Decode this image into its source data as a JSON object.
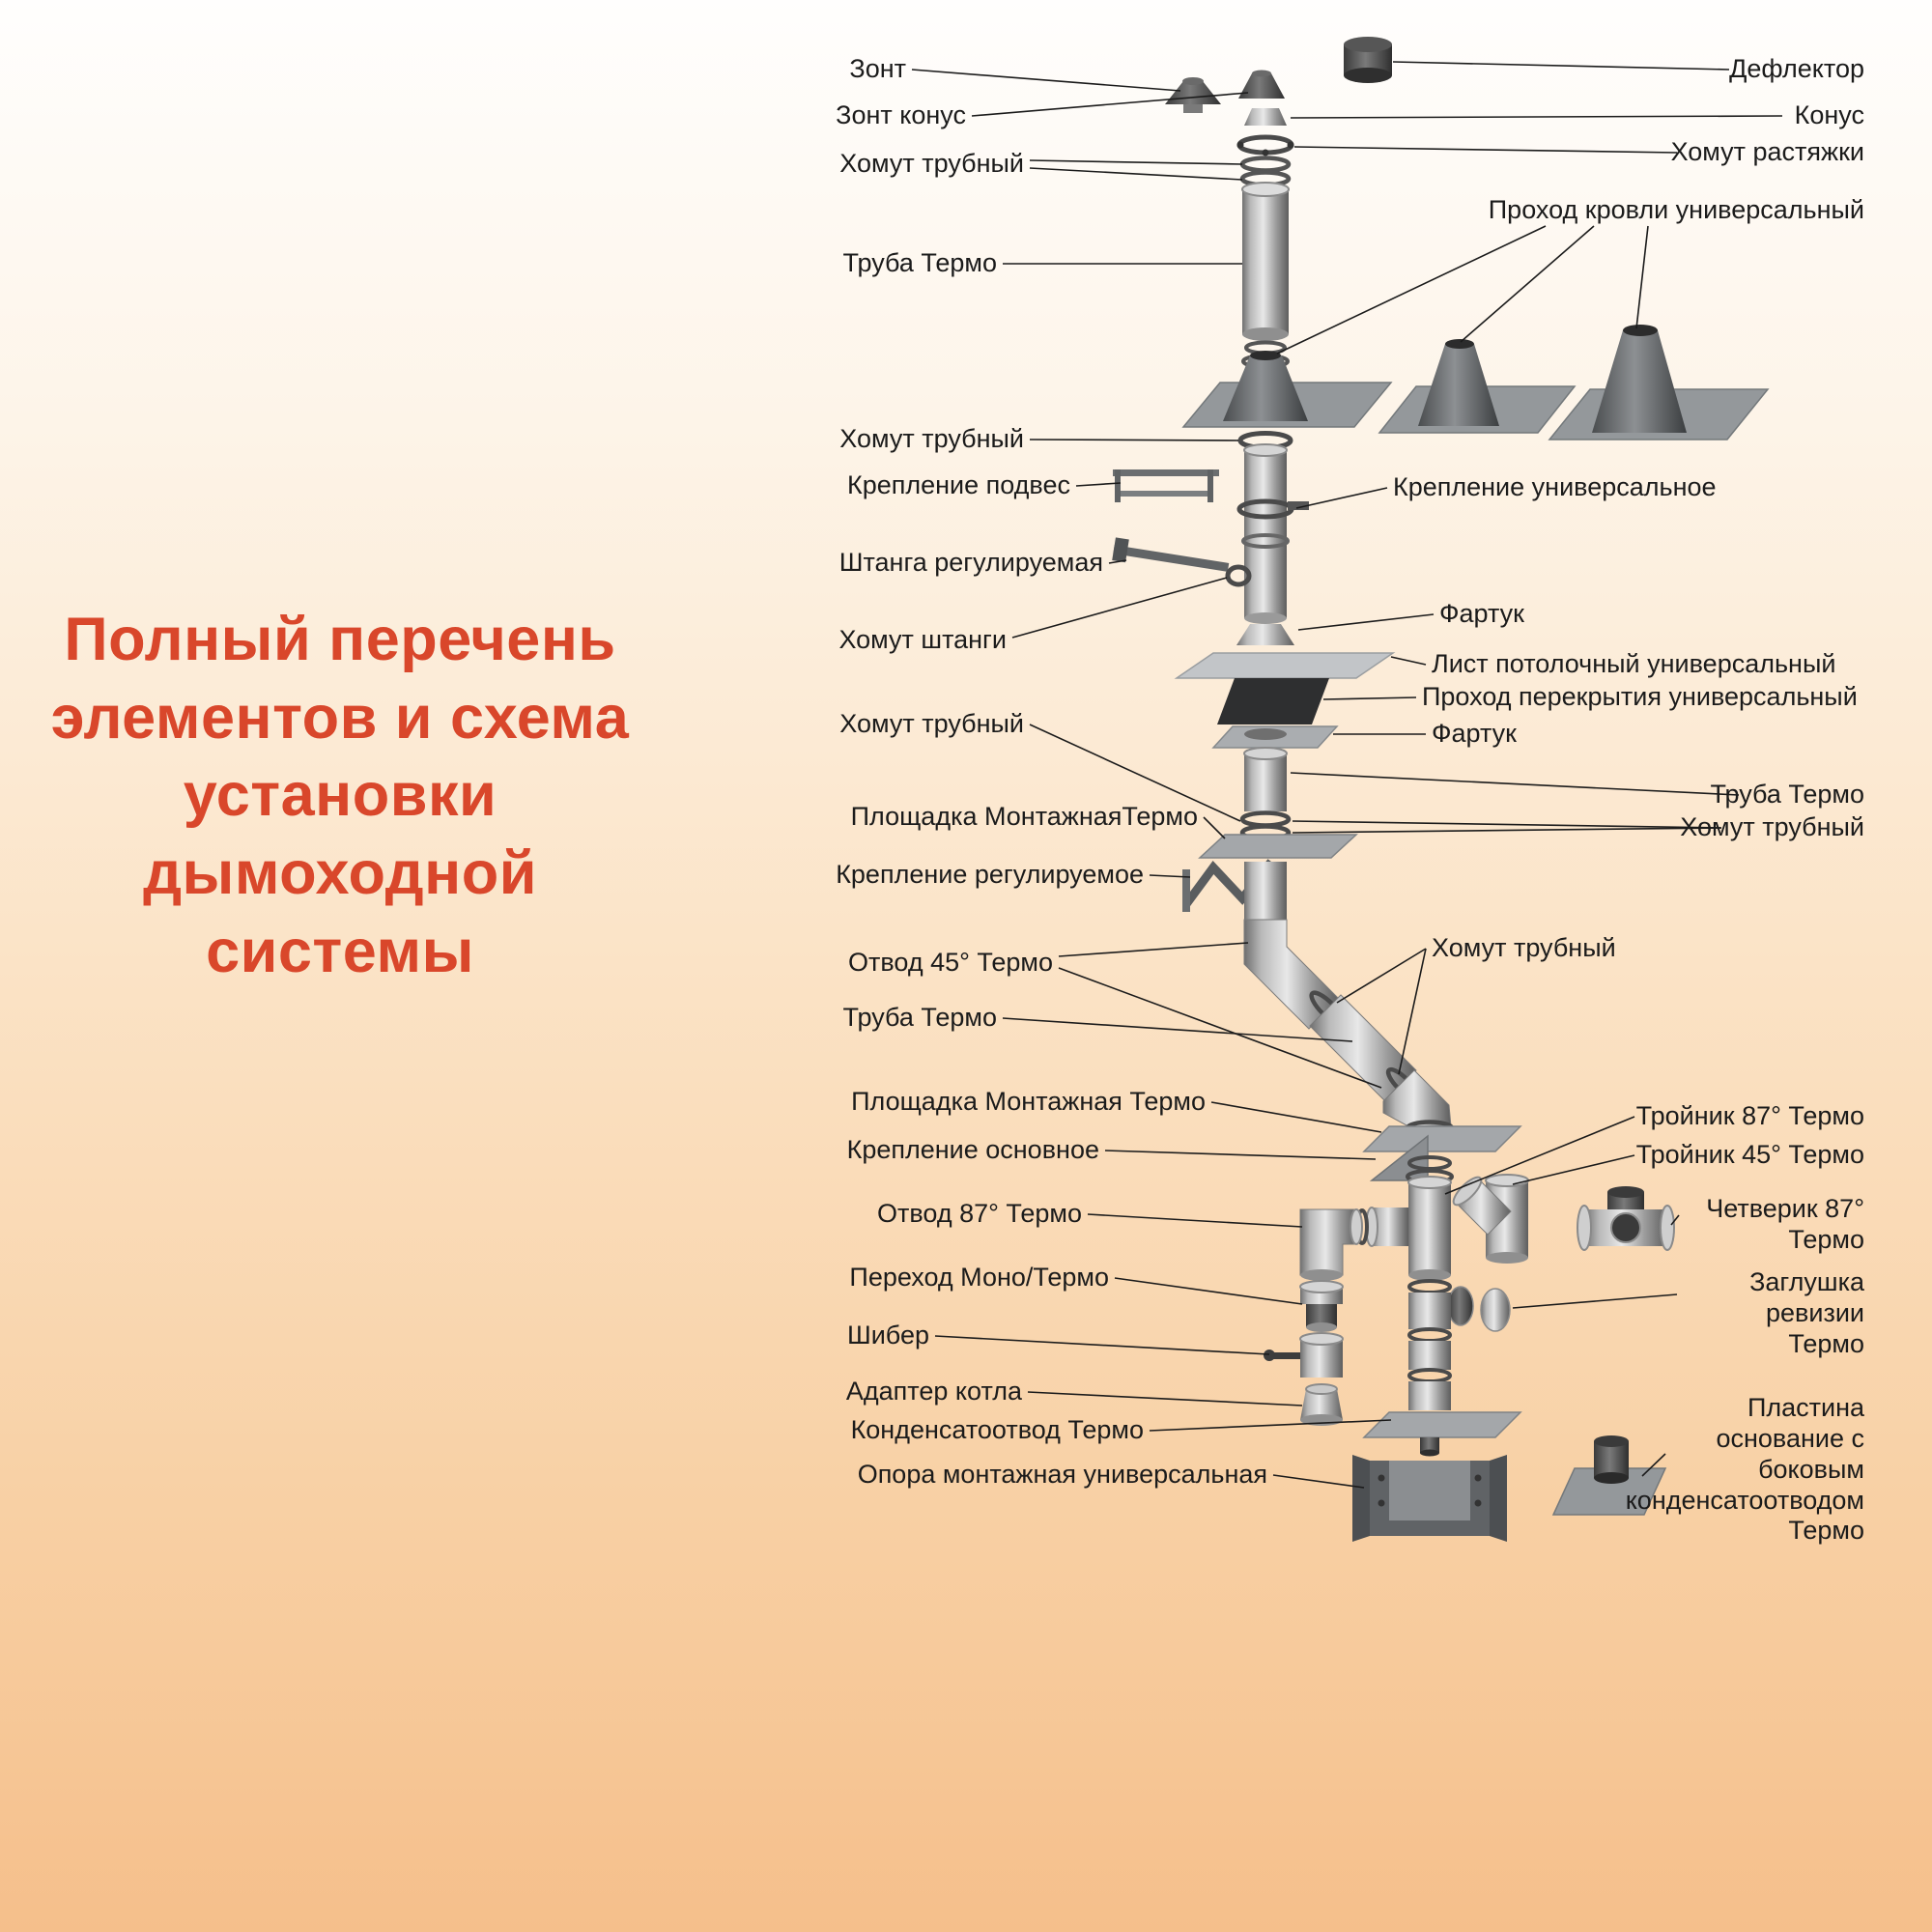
{
  "title": {
    "text": "Полный перечень элементов и схема установки дымоходной системы"
  },
  "colors": {
    "accent": "#d9472b",
    "label": "#1b1b1b",
    "metal_light": "#e6e6e6",
    "metal_dark": "#3a3a3a",
    "background_top": "#fffefd",
    "background_bottom": "#f5bf8b"
  },
  "labels": {
    "left": [
      "Зонт",
      "Зонт конус",
      "Хомут трубный",
      "Труба Термо",
      "Хомут трубный",
      "Крепление подвес",
      "Штанга регулируемая",
      "Хомут штанги",
      "Хомут трубный",
      "Площадка МонтажнаяТермо",
      "Крепление регулируемое",
      "Отвод 45° Термо",
      "Труба Термо",
      "Площадка Монтажная Термо",
      "Крепление основное",
      "Отвод 87° Термо",
      "Переход Моно/Термо",
      "Шибер",
      "Адаптер котла",
      "Конденсатоотвод Термо",
      "Опора монтажная универсальная"
    ],
    "right": [
      "Дефлектор",
      "Конус",
      "Хомут растяжки",
      "Проход кровли универсальный",
      "Крепление универсальное",
      "Фартук",
      "Лист потолочный универсальный",
      "Проход перекрытия универсальный",
      "Фартук",
      "Труба Термо",
      "Хомут трубный",
      "Хомут трубный",
      "Тройник 87° Термо",
      "Тройник 45° Термо",
      "Четверик 87° Термо",
      "Заглушка ревизии Термо",
      "Пластина основание с боковым конденсатоотводом Термо"
    ]
  }
}
